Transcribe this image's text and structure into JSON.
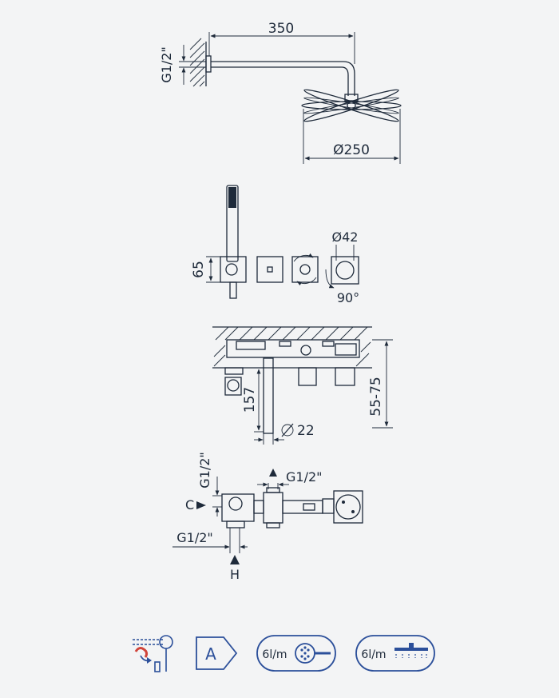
{
  "shower_head": {
    "arm_length": "350",
    "thread": "G1/2\"",
    "head_diameter": "Ø250"
  },
  "hand_shower": {
    "height": "65",
    "knob_diameter": "Ø42",
    "rotation": "90°"
  },
  "section": {
    "spout_length": "157",
    "depth_range": "55-75",
    "pipe_diameter": "22"
  },
  "plan": {
    "thread_left": "G1/2\"",
    "thread_top": "G1/2\"",
    "thread_bottom": "G1/2\"",
    "cold_label": "C",
    "hot_label": "H"
  },
  "badges": {
    "energy_class": "A",
    "flow_hand": "6l/m",
    "flow_head": "6l/m"
  },
  "colors": {
    "line": "#1e2a3a",
    "badge_blue": "#2b4f9a",
    "hot_red": "#d0443a",
    "background": "#f3f4f5"
  }
}
